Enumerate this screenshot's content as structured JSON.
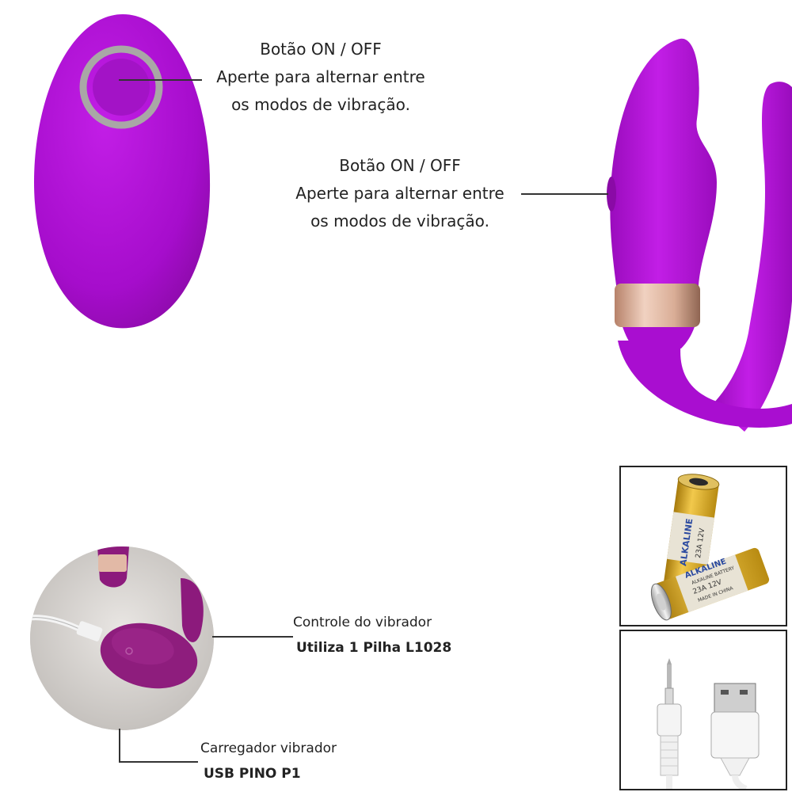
{
  "remote_callout": {
    "line1": "Botão ON / OFF",
    "line2": "Aperte para alternar entre",
    "line3": "os modos de vibração."
  },
  "device_callout": {
    "line1": "Botão ON / OFF",
    "line2": "Aperte para alternar entre",
    "line3": "os modos de vibração."
  },
  "controller_callout": {
    "title": "Controle do vibrador",
    "detail": "Utiliza 1 Pilha L1028"
  },
  "charger_callout": {
    "title": "Carregador vibrador",
    "detail": "USB PINO P1"
  },
  "batteries": {
    "brand": "ALKALINE",
    "type": "ALKALINE BATTERY",
    "model": "23A 12V",
    "origin": "MADE IN CHINA"
  },
  "colors": {
    "purple": "#b20fd6",
    "purple_dark": "#8a0aa6",
    "ring_gray": "#a9a7a6",
    "rose_gold": "#d9ad96",
    "battery_gold": "#d9a514"
  }
}
